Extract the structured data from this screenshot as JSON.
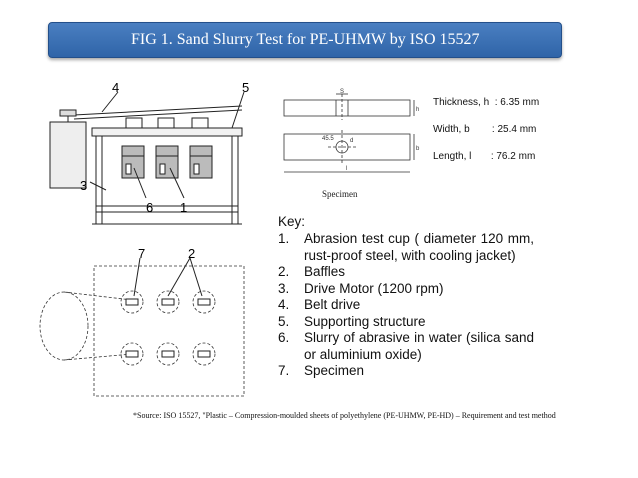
{
  "slide": {
    "title": "FIG 1. Sand Slurry Test for PE-UHMW by ISO 15527"
  },
  "figure_machine": {
    "callouts": [
      "4",
      "5",
      "3",
      "6",
      "1"
    ]
  },
  "figure_plan": {
    "callouts": [
      "7",
      "2"
    ]
  },
  "figure_specimen": {
    "caption": "Specimen",
    "dimension_labels": [
      "S",
      "h",
      "b",
      "d",
      "l",
      "45.5"
    ]
  },
  "dimensions": [
    {
      "text": "Thickness, h  : 6.35 mm"
    },
    {
      "text": "Width, b        : 25.4 mm"
    },
    {
      "text": "Length, l       : 76.2 mm"
    }
  ],
  "key": {
    "title": "Key:",
    "items": [
      {
        "num": "1.",
        "text": "Abrasion test cup ( diameter 120 mm, rust-proof steel, with cooling jacket)"
      },
      {
        "num": "2.",
        "text": "Baffles"
      },
      {
        "num": "3.",
        "text": "Drive Motor (1200 rpm)"
      },
      {
        "num": "4.",
        "text": "Belt drive"
      },
      {
        "num": "5.",
        "text": "Supporting structure"
      },
      {
        "num": "6.",
        "text": "Slurry of abrasive in water (silica sand or aluminium oxide)"
      },
      {
        "num": "7.",
        "text": "Specimen"
      }
    ]
  },
  "source_note": "*Source: ISO 15527, \"Plastic – Compression-moulded sheets of polyethylene (PE-UHMW, PE-HD) – Requirement and test method"
}
